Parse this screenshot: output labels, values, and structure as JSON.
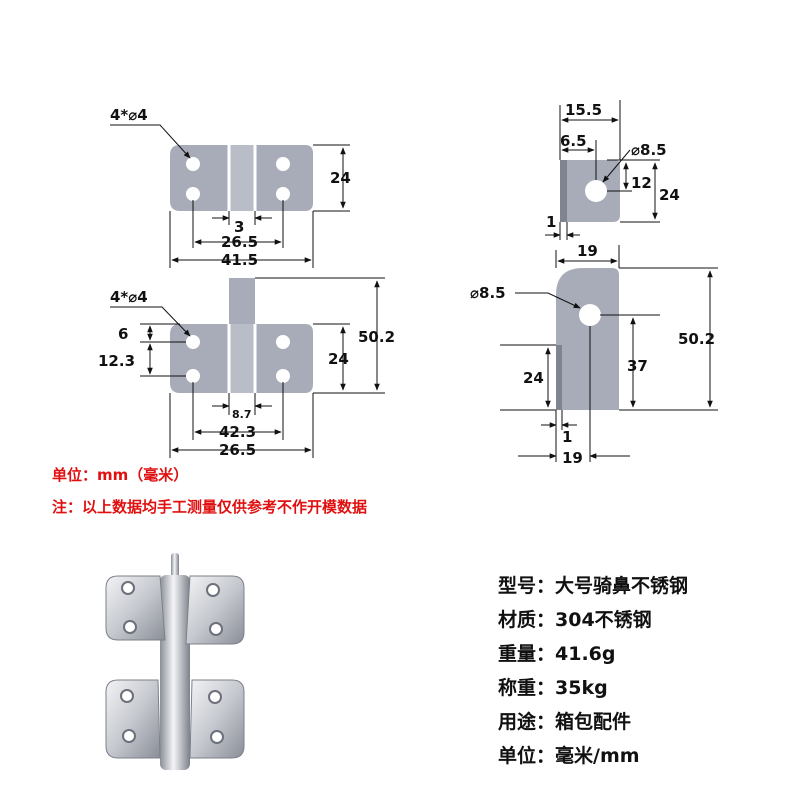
{
  "dims": {
    "top_front": {
      "hole_note": "4*⌀4",
      "height": "24",
      "center_width": "3",
      "hole_spacing": "26.5",
      "overall_width": "41.5"
    },
    "bottom_front": {
      "hole_note": "4*⌀4",
      "offset_top": "6",
      "hole_pitch": "12.3",
      "height": "24",
      "overall_height": "50.2",
      "pin_width": "8.7",
      "overall_width": "42.3",
      "hole_spacing": "26.5"
    },
    "top_side": {
      "width": "15.5",
      "hole_offset": "6.5",
      "hole_dia": "⌀8.5",
      "hole_height": "12",
      "height": "24",
      "thickness": "1"
    },
    "bottom_side": {
      "width": "19",
      "hole_dia": "⌀8.5",
      "overall_height": "50.2",
      "hole_height": "37",
      "base_height": "24",
      "thickness": "1",
      "depth": "19"
    }
  },
  "notes": {
    "unit": "单位：mm（毫米）",
    "disclaimer": "注：以上数据均手工测量仅供参考不作开模数据"
  },
  "specs": [
    {
      "label": "型号：",
      "value": "大号骑鼻不锈钢"
    },
    {
      "label": "材质：",
      "value": "304不锈钢"
    },
    {
      "label": "重量：",
      "value": "41.6g"
    },
    {
      "label": "称重：",
      "value": "35kg"
    },
    {
      "label": "用途：",
      "value": "箱包配件"
    },
    {
      "label": "单位：",
      "value": "毫米/mm"
    }
  ],
  "colors": {
    "plate": "#a7acb8",
    "steel_light": "#e4e6ea",
    "steel_dark": "#7c808a",
    "note_red": "#e01010"
  }
}
